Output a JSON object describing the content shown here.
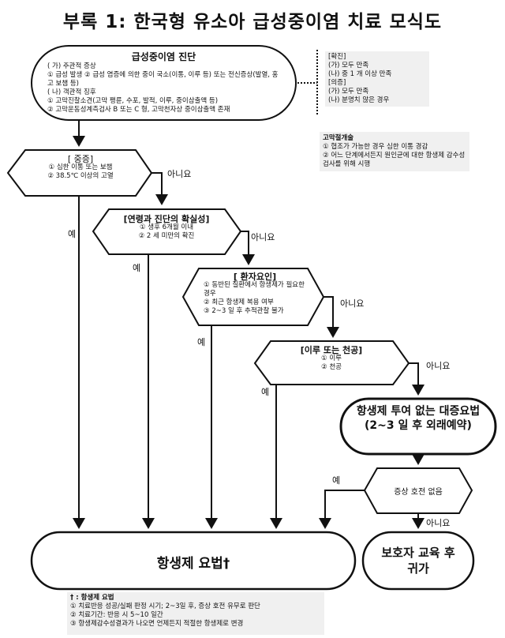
{
  "title": "부록 1:  한국형  유소아  급성중이염  치료  모식도",
  "diagnosis": {
    "heading": "급성중이염 진단",
    "lines": [
      "( 가)  주관적 증상",
      "① 급성 발생 ② 급성 염증에 의한 중이 국소(이통,  이루 등)  또는 전신증상(발열,  홍고 보챔 등)",
      "( 나)  객관적 징후",
      "① 고막진찰소견(고막 팽륜,  수포,  발적,  이루,  중이삼출액 등)",
      "② 고막운동성계측검사 B  또는 C 형,  고막천자상 중이삼출액 존재"
    ]
  },
  "criteria": {
    "lines": [
      "[확진]",
      "(가) 모두 만족",
      "(나)  중 1 개 이상 만족",
      "[의증]",
      "(가) 모두 만족",
      "(나)  분명치 않은 경우"
    ]
  },
  "myringotomy": {
    "heading": "고막절개술",
    "lines": [
      "① 협조가 가능한 경우 심한 이통 경감",
      "② 어느 단계에서든지 원인균에 대한 항생제 감수성검사를 위해 시행"
    ]
  },
  "decisions": [
    {
      "heading": "[ 중증]",
      "lines": [
        "① 심한 이통 또는 보챔",
        "② 38.5℃ 이상의 고열"
      ]
    },
    {
      "heading": "[연령과 진단의 확실성]",
      "lines": [
        "① 생후 6개월 이내",
        "② 2 세 미만의 확진"
      ]
    },
    {
      "heading": "[ 환자요인]",
      "lines": [
        "① 동반된 질환에서 항생제가 필요한 경우",
        "② 최근 항생제 복용 여부",
        "③ 2~3 일 후 추적관찰 불가"
      ]
    },
    {
      "heading": "[이루 또는 천공]",
      "lines": [
        "① 이루",
        "② 천공"
      ]
    },
    {
      "heading": "증상 호전 없음",
      "lines": []
    }
  ],
  "labels": {
    "yes": "예",
    "no": "아니요"
  },
  "observation": "항생제 투여 없는 대증요법 (2~3 일 후 외래예약)",
  "antibiotic": "항생제 요법†",
  "education": "보호자 교육 후 귀가",
  "footnote": {
    "heading": "† : 항생제 요법",
    "lines": [
      "① 치료반응 성공/실패 판정 시기; 2~3일 후,  증상 호전 유무로 판단",
      "② 치료기간:  반응 시 5~10 일간",
      "③ 항생제감수성결과가 나오면 언제든지 적절한 항생제로 변경"
    ]
  }
}
